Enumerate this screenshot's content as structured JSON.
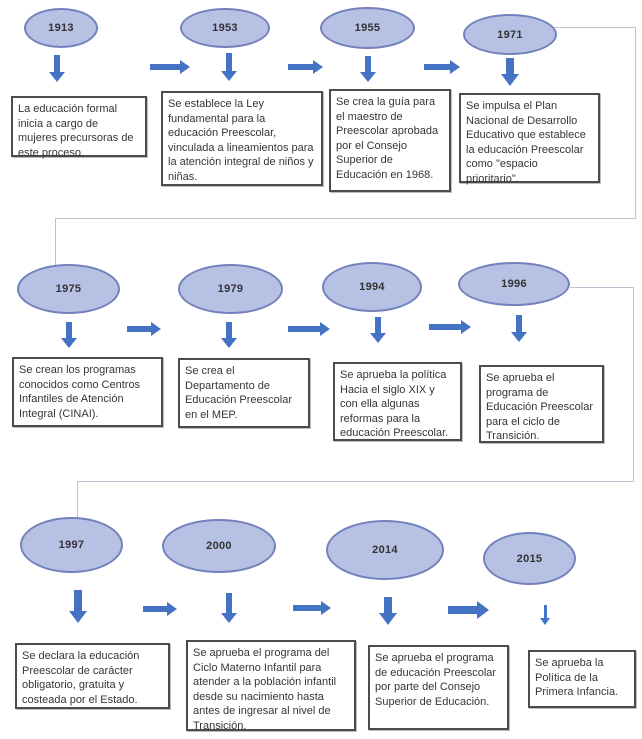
{
  "diagram": {
    "type": "timeline-flowchart",
    "language": "es",
    "rows": 3,
    "colors": {
      "ellipse_fill": "#b7c1e4",
      "ellipse_border": "#7381bc",
      "arrow_blue": "#4573c4",
      "box_border": "#4c4c4c",
      "connector_gray": "#bcc3d4",
      "text": "#363636",
      "background": "#ffffff"
    }
  },
  "timeline": {
    "items": [
      {
        "year": "1913",
        "text": "La educación formal inicia a cargo de mujeres precursoras de este proceso."
      },
      {
        "year": "1953",
        "text": "Se establece la Ley fundamental para la educación Preescolar, vinculada a lineamientos para la atención integral de niños y niñas."
      },
      {
        "year": "1955",
        "text": "Se crea la guía para el maestro de Preescolar aprobada por el Consejo Superior de Educación en 1968."
      },
      {
        "year": "1971",
        "text": "Se impulsa el Plan Nacional de Desarrollo Educativo que establece la educación Preescolar como \"espacio prioritario\"."
      },
      {
        "year": "1975",
        "text": "Se crean los programas conocidos como Centros Infantiles de Atención Integral (CINAI)."
      },
      {
        "year": "1979",
        "text": "Se crea el Departamento de Educación Preescolar en el MEP."
      },
      {
        "year": "1994",
        "text": "Se aprueba la política Hacia el siglo XIX y con ella algunas reformas para la educación Preescolar."
      },
      {
        "year": "1996",
        "text": "Se aprueba el programa de Educación Preescolar para el ciclo de Transición."
      },
      {
        "year": "1997",
        "text": "Se declara la educación Preescolar de carácter obligatorio, gratuita y costeada por el Estado."
      },
      {
        "year": "2000",
        "text": "Se aprueba el programa del Ciclo Materno Infantil para atender a la población infantil desde su nacimiento hasta antes de ingresar al nivel de Transición."
      },
      {
        "year": "2014",
        "text": "Se aprueba el programa de educación Preescolar por parte del Consejo Superior de Educación."
      },
      {
        "year": "2015",
        "text": "Se aprueba la Política de la Primera Infancia."
      }
    ]
  }
}
